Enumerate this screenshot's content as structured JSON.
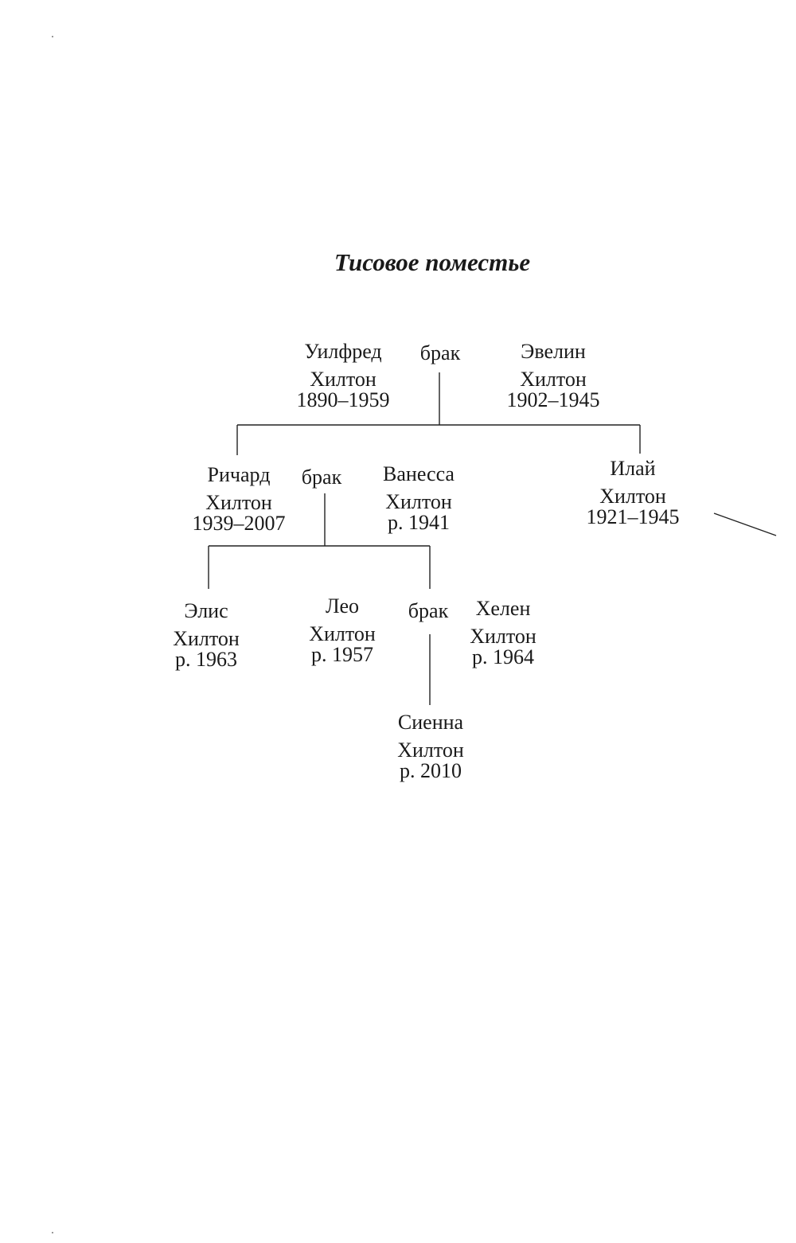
{
  "title": "Тисовое поместье",
  "marriage_label": "брак",
  "people": {
    "wilfred": {
      "first": "Уилфред",
      "last": "Хилтон",
      "dates": "1890–1959"
    },
    "evelyn": {
      "first": "Эвелин",
      "last": "Хилтон",
      "dates": "1902–1945"
    },
    "richard": {
      "first": "Ричард",
      "last": "Хилтон",
      "dates": "1939–2007"
    },
    "vanessa": {
      "first": "Ванесса",
      "last": "Хилтон",
      "dates": "р. 1941"
    },
    "eli": {
      "first": "Илай",
      "last": "Хилтон",
      "dates": "1921–1945"
    },
    "alice": {
      "first": "Элис",
      "last": "Хилтон",
      "dates": "р. 1963"
    },
    "leo": {
      "first": "Лео",
      "last": "Хилтон",
      "dates": "р. 1957"
    },
    "helen": {
      "first": "Хелен",
      "last": "Хилтон",
      "dates": "р. 1964"
    },
    "sienna": {
      "first": "Сиенна",
      "last": "Хилтон",
      "dates": "р. 2010"
    }
  }
}
